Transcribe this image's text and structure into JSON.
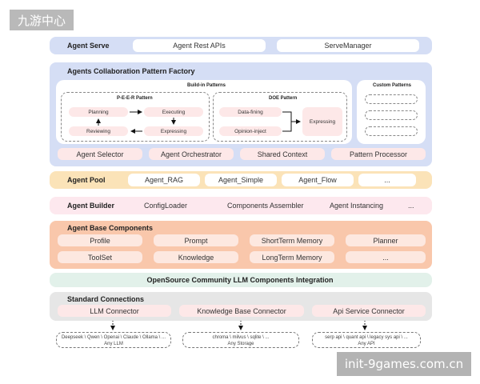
{
  "watermark_left": "九游中心",
  "watermark_right": "init-9games.com.cn",
  "agent_serve": {
    "title": "Agent Serve",
    "items": [
      "Agent Rest APIs",
      "ServeManager"
    ]
  },
  "factory": {
    "title": "Agents Collaboration Pattern Factory",
    "build_in_title": "Build-in Patterns",
    "peer": {
      "title": "P-E-E-R Pattern",
      "planning": "Planning",
      "executing": "Executing",
      "reviewing": "Reviewing",
      "expressing": "Expressing"
    },
    "doe": {
      "title": "DOE Pattern",
      "data_fining": "Data-fining",
      "opinion_inject": "Opinion-inject",
      "expressing": "Expressing"
    },
    "custom_title": "Custom Patterns",
    "bottom_items": [
      "Agent Selector",
      "Agent Orchestrator",
      "Shared Context",
      "Pattern Processor"
    ]
  },
  "agent_pool": {
    "title": "Agent Pool",
    "items": [
      "Agent_RAG",
      "Agent_Simple",
      "Agent_Flow",
      "..."
    ]
  },
  "agent_builder": {
    "title": "Agent Builder",
    "items": [
      "ConfigLoader",
      "Components Assembler",
      "Agent Instancing",
      "..."
    ]
  },
  "base_components": {
    "title": "Agent Base Components",
    "row1": [
      "Profile",
      "Prompt",
      "ShortTerm Memory",
      "Planner"
    ],
    "row2": [
      "ToolSet",
      "Knowledge",
      "LongTerm Memory",
      "..."
    ]
  },
  "opensource": {
    "title": "OpenSource Community LLM Components Integration"
  },
  "standard": {
    "title": "Standard Connections",
    "items": [
      "LLM Connector",
      "Knowledge Base Connector",
      "Api Service Connector"
    ]
  },
  "footers": [
    {
      "line1": "Deepseek \\ Qwen \\ Openai \\ Claude \\ Ollama \\ ...",
      "line2": "Any LLM"
    },
    {
      "line1": "chroma \\ milvus \\ sqlite \\ ...",
      "line2": "Any Storage"
    },
    {
      "line1": "serp api \\ quant api \\ legacy sys api \\ ...",
      "line2": "Any API"
    }
  ],
  "colors": {
    "serve_band": "#d5def5",
    "factory_band": "#d5def5",
    "pool_band": "#fbe3b8",
    "builder_band": "#fde8ee",
    "base_band": "#f9c7ab",
    "opensource_band": "#e2f1ea",
    "standard_band": "#e6e6e6",
    "inner_pink": "#fde8e8"
  }
}
